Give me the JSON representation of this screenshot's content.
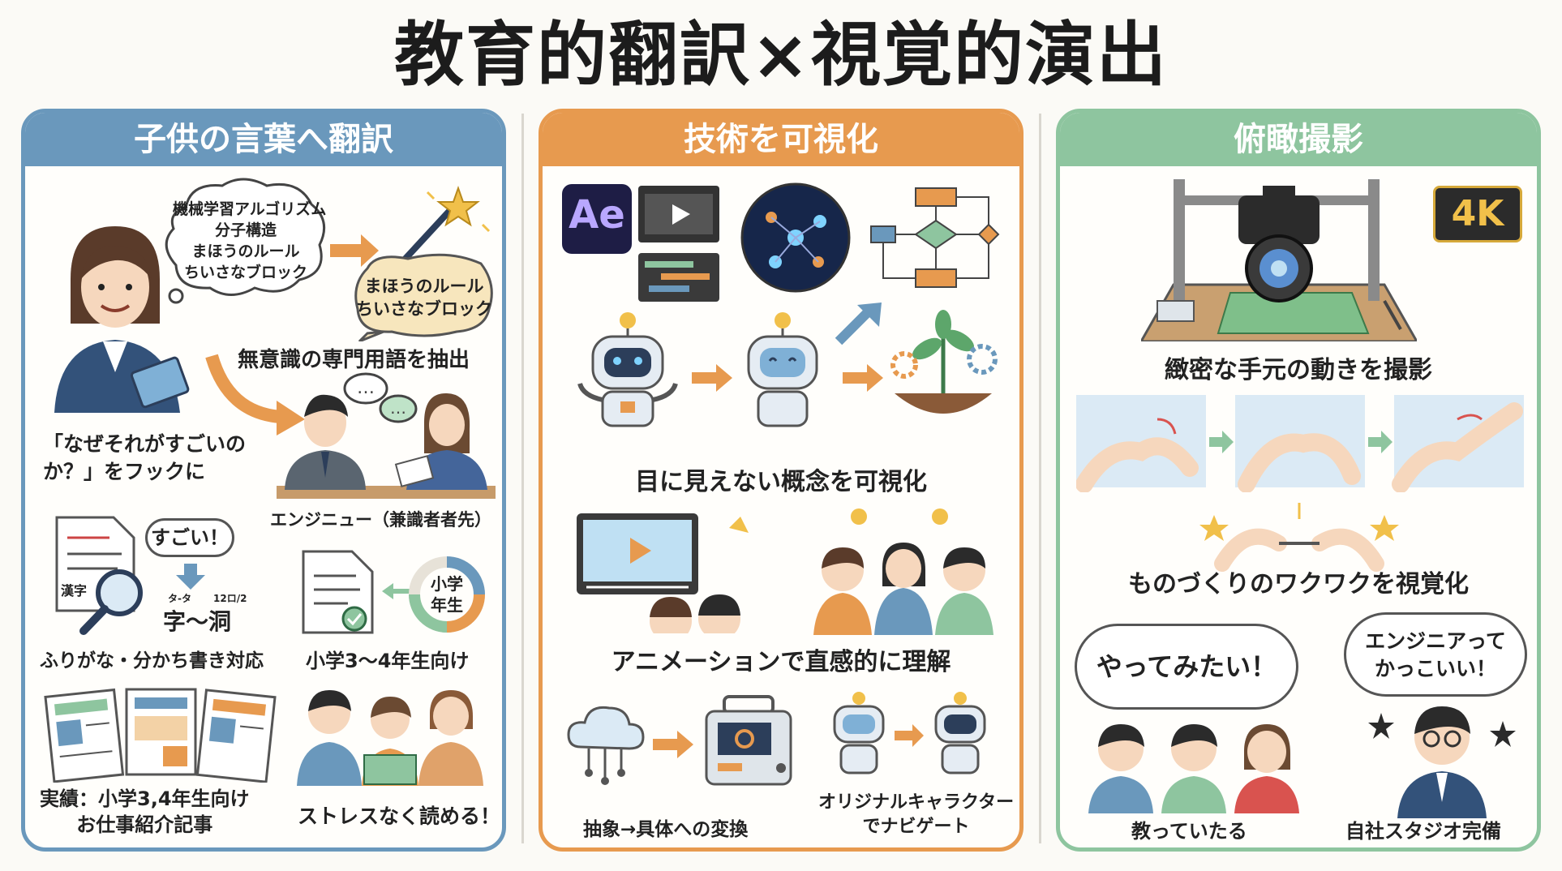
{
  "title": "教育的翻訳×視覚的演出",
  "panels": {
    "translate": {
      "header": "子供の言葉へ翻訳",
      "thought": [
        "機械学習アルゴリズム",
        "分子構造",
        "まほうのルール",
        "ちいさなブロック"
      ],
      "scroll": [
        "まほうのルール",
        "ちいさなブロック"
      ],
      "extract_label": "無意識の専門用語を抽出",
      "hook_label": "「なぜそれがすごいの\nか？」をフックに",
      "interview_label": "エンジニュー（兼識者者先）",
      "sugoi_bubble": "すごい！",
      "small_note_left": "タ-タ",
      "small_note_right": "12ロ/2",
      "kanji_sample": "字〜洞",
      "kanji_doc": "漢字",
      "furigana_label": "ふりがな・分かち書き対応",
      "grade_badge": "小学\n年生",
      "grade_label": "小学3〜4年生向け",
      "record_label": "実績：小学3,4年生向け\nお仕事紹介記事",
      "no_stress_label": "ストレスなく読める！"
    },
    "visualize": {
      "header": "技術を可視化",
      "ae_logo": "Ae",
      "invisible_label": "目に見えない概念を可視化",
      "animation_label": "アニメーションで直感的に理解",
      "abstract_label": "抽象→具体への変換",
      "character_label": "オリジナルキャラクター\nでナビゲート"
    },
    "overhead": {
      "header": "俯瞰撮影",
      "badge_4k": "4K",
      "precise_label": "緻密な手元の動きを撮影",
      "monozukuri_label": "ものづくりのワクワクを視覚化",
      "want_bubble": "やってみたい！",
      "cool_bubble": "エンジニアって\nかっこいい！",
      "kids_label": "教っていたる",
      "studio_label": "自社スタジオ完備"
    }
  },
  "colors": {
    "blue": "#6a98bc",
    "orange": "#e79a4f",
    "green": "#8ec59f"
  }
}
